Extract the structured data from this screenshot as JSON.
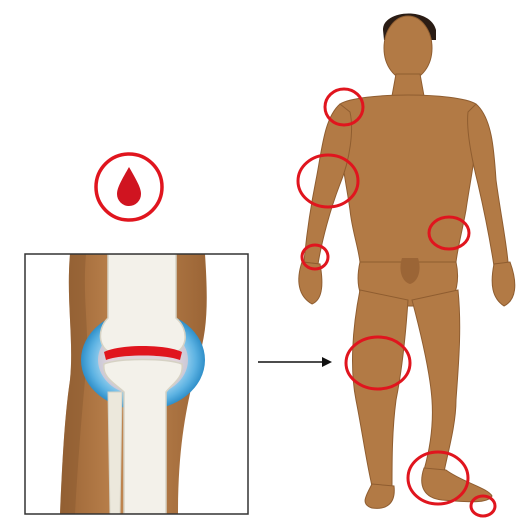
{
  "illustration": {
    "colors": {
      "skin": "#b27a45",
      "skin_shadow": "#8f5d30",
      "hair": "#2a1c14",
      "bone": "#f3f1ea",
      "cartilage_red": "#e0151e",
      "synovial_blue": "#49a6dc",
      "marker_red": "#e0151e",
      "frame": "#333333"
    },
    "icons": [
      "blood-drop-icon",
      "arrow-right-icon"
    ],
    "joint_markers": [
      "right-shoulder",
      "right-elbow",
      "right-wrist",
      "left-hip",
      "right-knee",
      "left-ankle",
      "left-toe"
    ]
  }
}
